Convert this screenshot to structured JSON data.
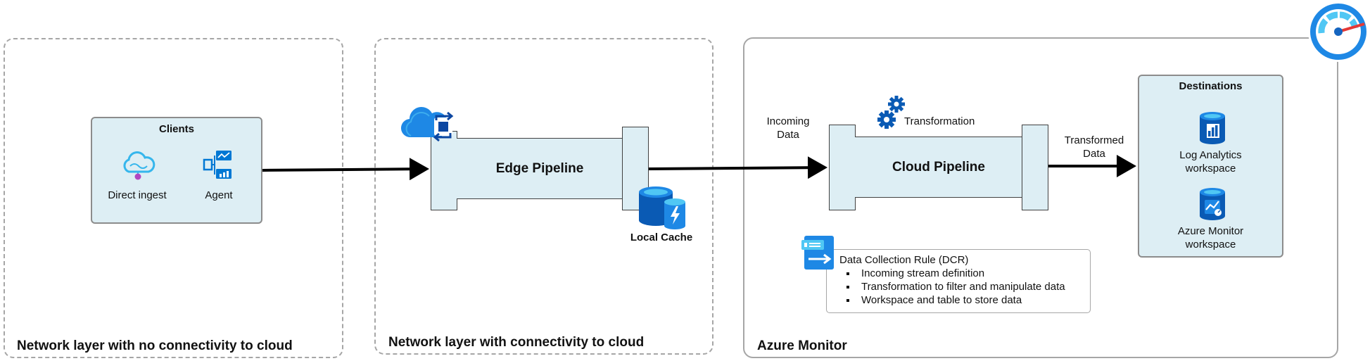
{
  "zones": {
    "no_connectivity": "Network layer with no connectivity to cloud",
    "connectivity": "Network layer with connectivity to cloud",
    "azure_monitor": "Azure Monitor"
  },
  "clients": {
    "title": "Clients",
    "direct_ingest": "Direct ingest",
    "agent": "Agent"
  },
  "edge": {
    "pipeline": "Edge Pipeline",
    "local_cache": "Local Cache"
  },
  "cloud": {
    "incoming_line1": "Incoming",
    "incoming_line2": "Data",
    "transformation": "Transformation",
    "pipeline": "Cloud Pipeline",
    "transformed_line1": "Transformed",
    "transformed_line2": "Data"
  },
  "destinations": {
    "title": "Destinations",
    "log_analytics_line1": "Log Analytics",
    "log_analytics_line2": "workspace",
    "monitor_line1": "Azure Monitor",
    "monitor_line2": "workspace"
  },
  "dcr": {
    "title": "Data Collection Rule (DCR)",
    "items": [
      "Incoming stream definition",
      "Transformation to filter and manipulate data",
      "Workspace and table to store data"
    ]
  },
  "colors": {
    "panel_fill": "#ddeef4",
    "azure_blue": "#0078d4",
    "light_blue": "#50c7f4"
  }
}
